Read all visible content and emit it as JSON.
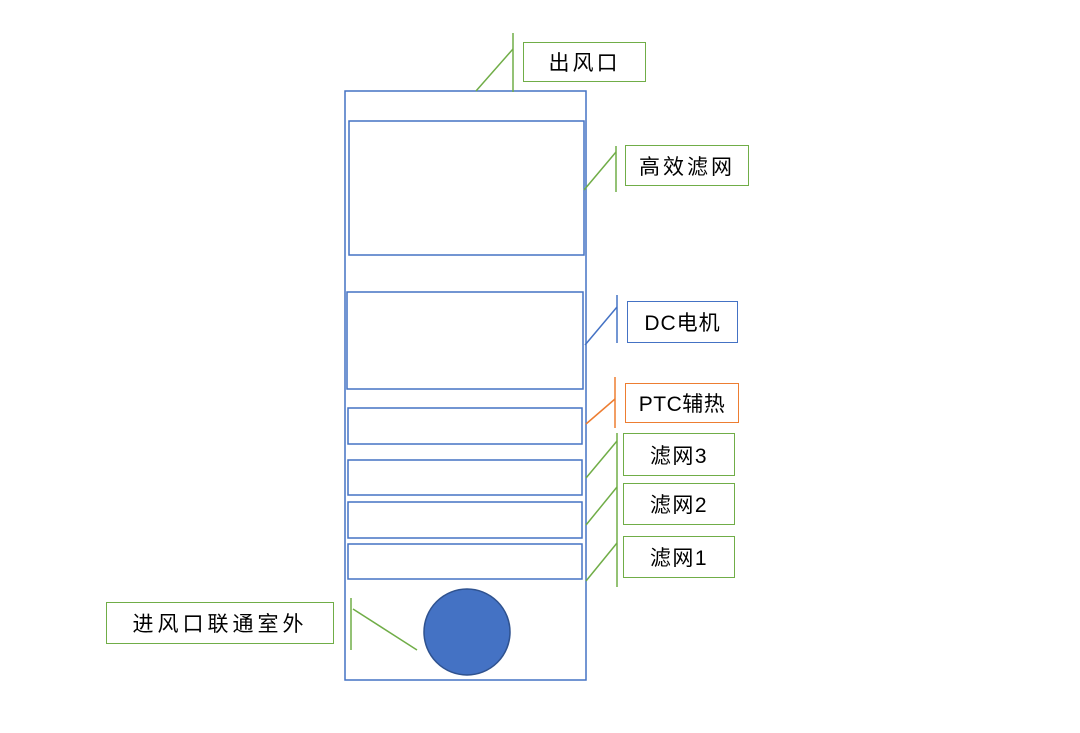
{
  "callouts": [
    {
      "id": "outlet",
      "label": "出风口",
      "border": "green"
    },
    {
      "id": "hepa",
      "label": "高效滤网",
      "border": "green"
    },
    {
      "id": "dc-motor",
      "label": "DC电机",
      "border": "blue"
    },
    {
      "id": "ptc",
      "label": "PTC辅热",
      "border": "orange"
    },
    {
      "id": "filter3",
      "label": "滤网3",
      "border": "green"
    },
    {
      "id": "filter2",
      "label": "滤网2",
      "border": "green"
    },
    {
      "id": "filter1",
      "label": "滤网1",
      "border": "green"
    },
    {
      "id": "inlet",
      "label": "进风口联通室外",
      "border": "green"
    }
  ],
  "colors": {
    "blue": "#4472C4",
    "green": "#70AD47",
    "orange": "#ED7D31",
    "circle-fill": "#4472C4",
    "circle-stroke": "#2F528F",
    "label-text": "#000000"
  }
}
